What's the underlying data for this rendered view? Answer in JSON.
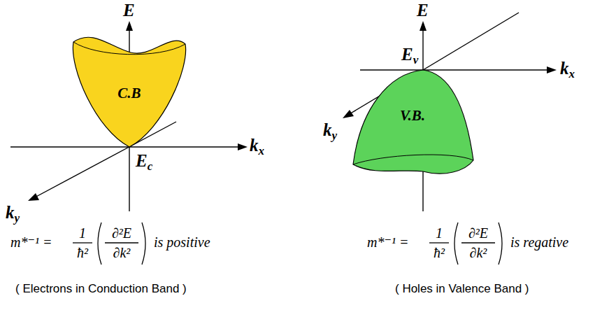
{
  "diagram": {
    "nodes": [
      {
        "text": [
          "C.B"
        ]
      },
      {
        "text": [
          "V.B."
        ]
      }
    ],
    "labels": [
      "E",
      "kx",
      "Ec",
      "ky",
      "m*⁻¹ =",
      "1",
      "ħ²",
      "∂²E",
      "∂k²",
      "is positive",
      "( Electrons in Conduction Band )",
      "E",
      "Ev",
      "kx",
      "ky",
      "m*⁻¹ =",
      "1",
      "ħ²",
      "∂²E",
      "∂k²",
      "is regative",
      "( Holes in Valence Band )"
    ]
  }
}
